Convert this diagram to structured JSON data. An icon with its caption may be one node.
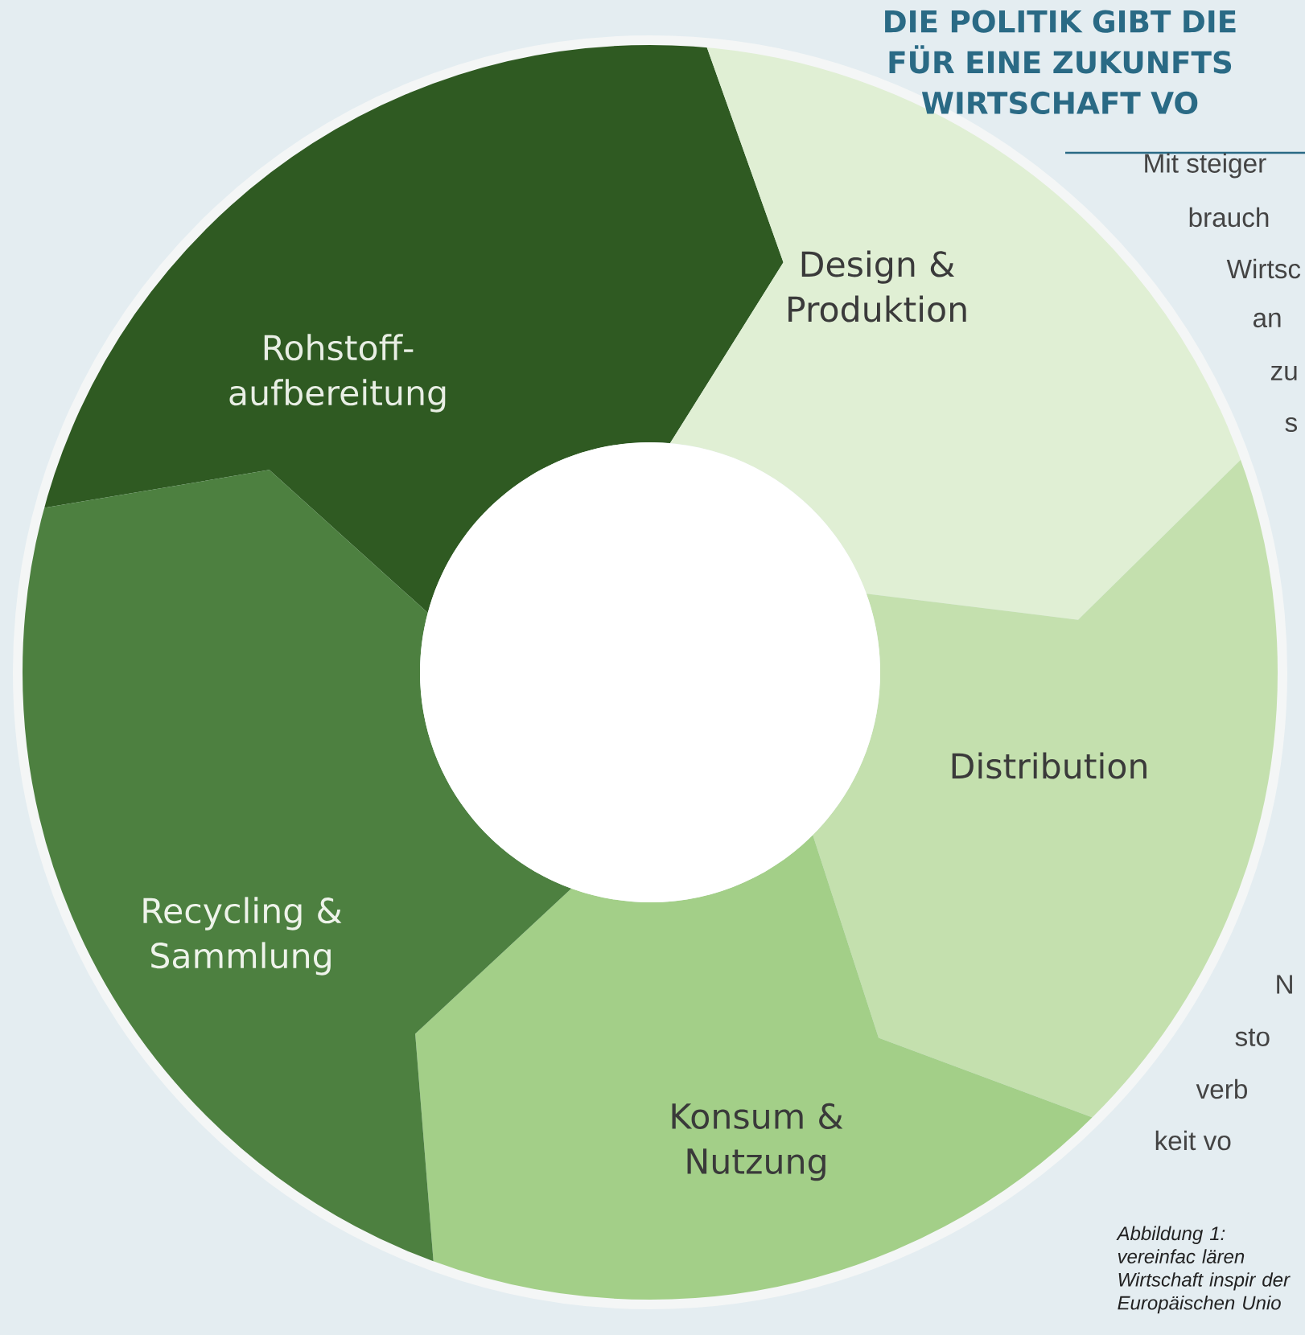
{
  "diagram": {
    "title": "DIE POLITIK GIBT DIE FÜR EINE ZUKUNFTS WIRTSCHAFT VO",
    "caption": "Abbildung 1: vereinfac lären Wirtschaft inspir der Europäischen Unio",
    "nodes": [
      {
        "text": [
          "Rohstoff- aufbereitung"
        ]
      },
      {
        "text": [
          "Design & Produktion"
        ]
      },
      {
        "text": [
          "Distribution"
        ]
      },
      {
        "text": [
          "Konsum & Nutzung"
        ]
      },
      {
        "text": [
          "Recycling & Sammlung"
        ]
      }
    ],
    "labels": [
      "Mit steiger",
      "brauch",
      "Wirtsc",
      "an",
      "zu",
      "s",
      "N",
      "sto",
      "verb",
      "keit vo"
    ]
  }
}
